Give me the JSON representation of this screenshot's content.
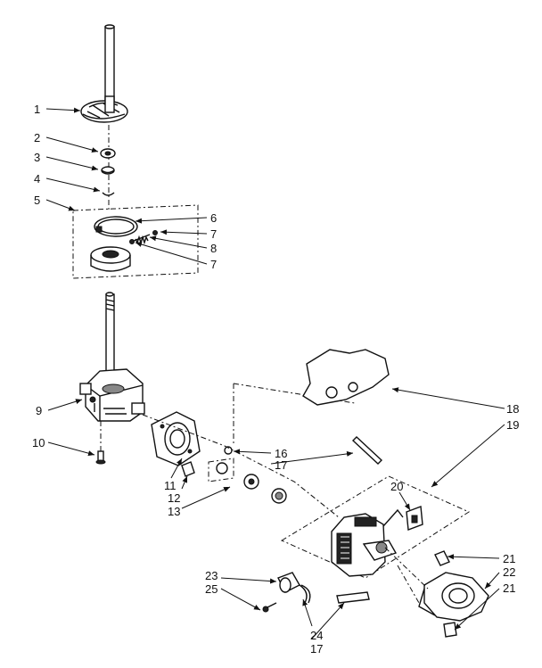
{
  "callouts": {
    "c1": "1",
    "c2": "2",
    "c3": "3",
    "c4": "4",
    "c5": "5",
    "c6": "6",
    "c7a": "7",
    "c8": "8",
    "c7b": "7",
    "c9": "9",
    "c10": "10",
    "c11": "11",
    "c12": "12",
    "c13": "13",
    "c16": "16",
    "c17a": "17",
    "c18": "18",
    "c19": "19",
    "c20": "20",
    "c21a": "21",
    "c22": "22",
    "c21b": "21",
    "c23": "23",
    "c25": "25",
    "c24": "24",
    "c17b": "17"
  }
}
